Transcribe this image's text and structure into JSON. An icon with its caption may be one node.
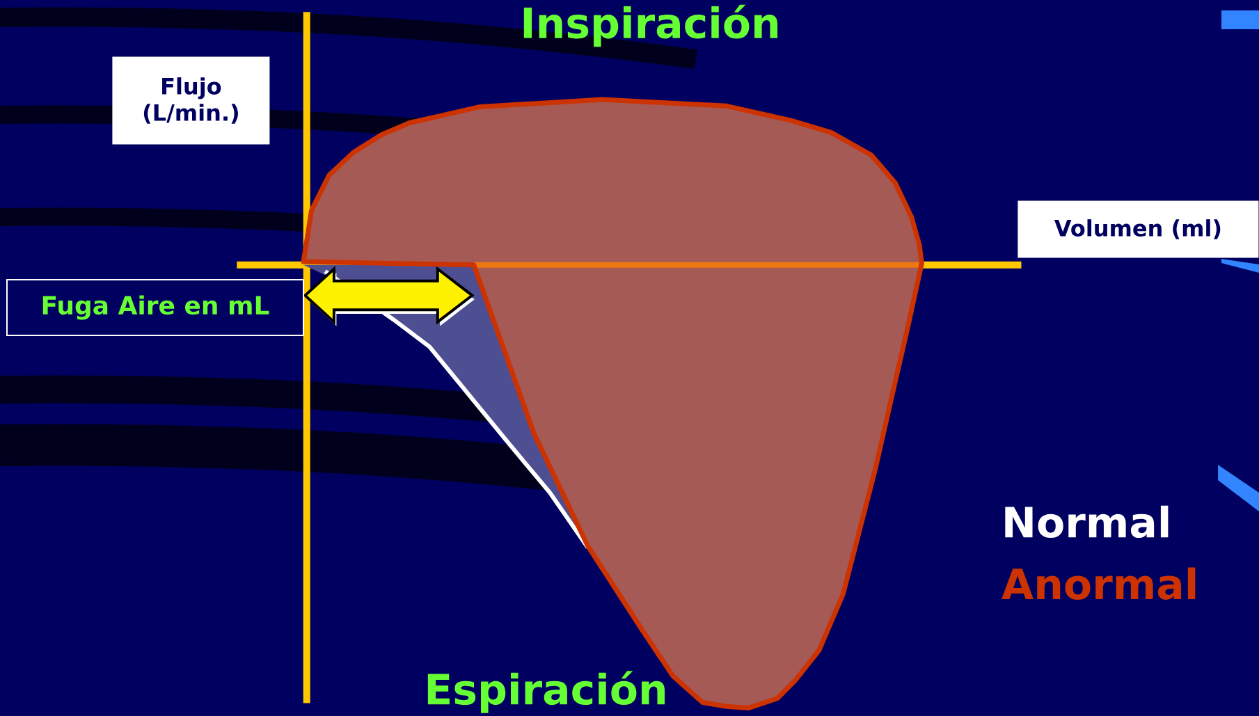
{
  "diagram": {
    "nodes": [
      {
        "text": [
          "Flujo (L/min.)"
        ]
      },
      {
        "text": [
          "Volumen (ml)"
        ]
      },
      {
        "text": [
          "Fuga Aire en mL"
        ]
      }
    ],
    "edges": [],
    "labels": [
      "Inspiración",
      "Espiración",
      "Normal",
      "Anormal"
    ]
  }
}
